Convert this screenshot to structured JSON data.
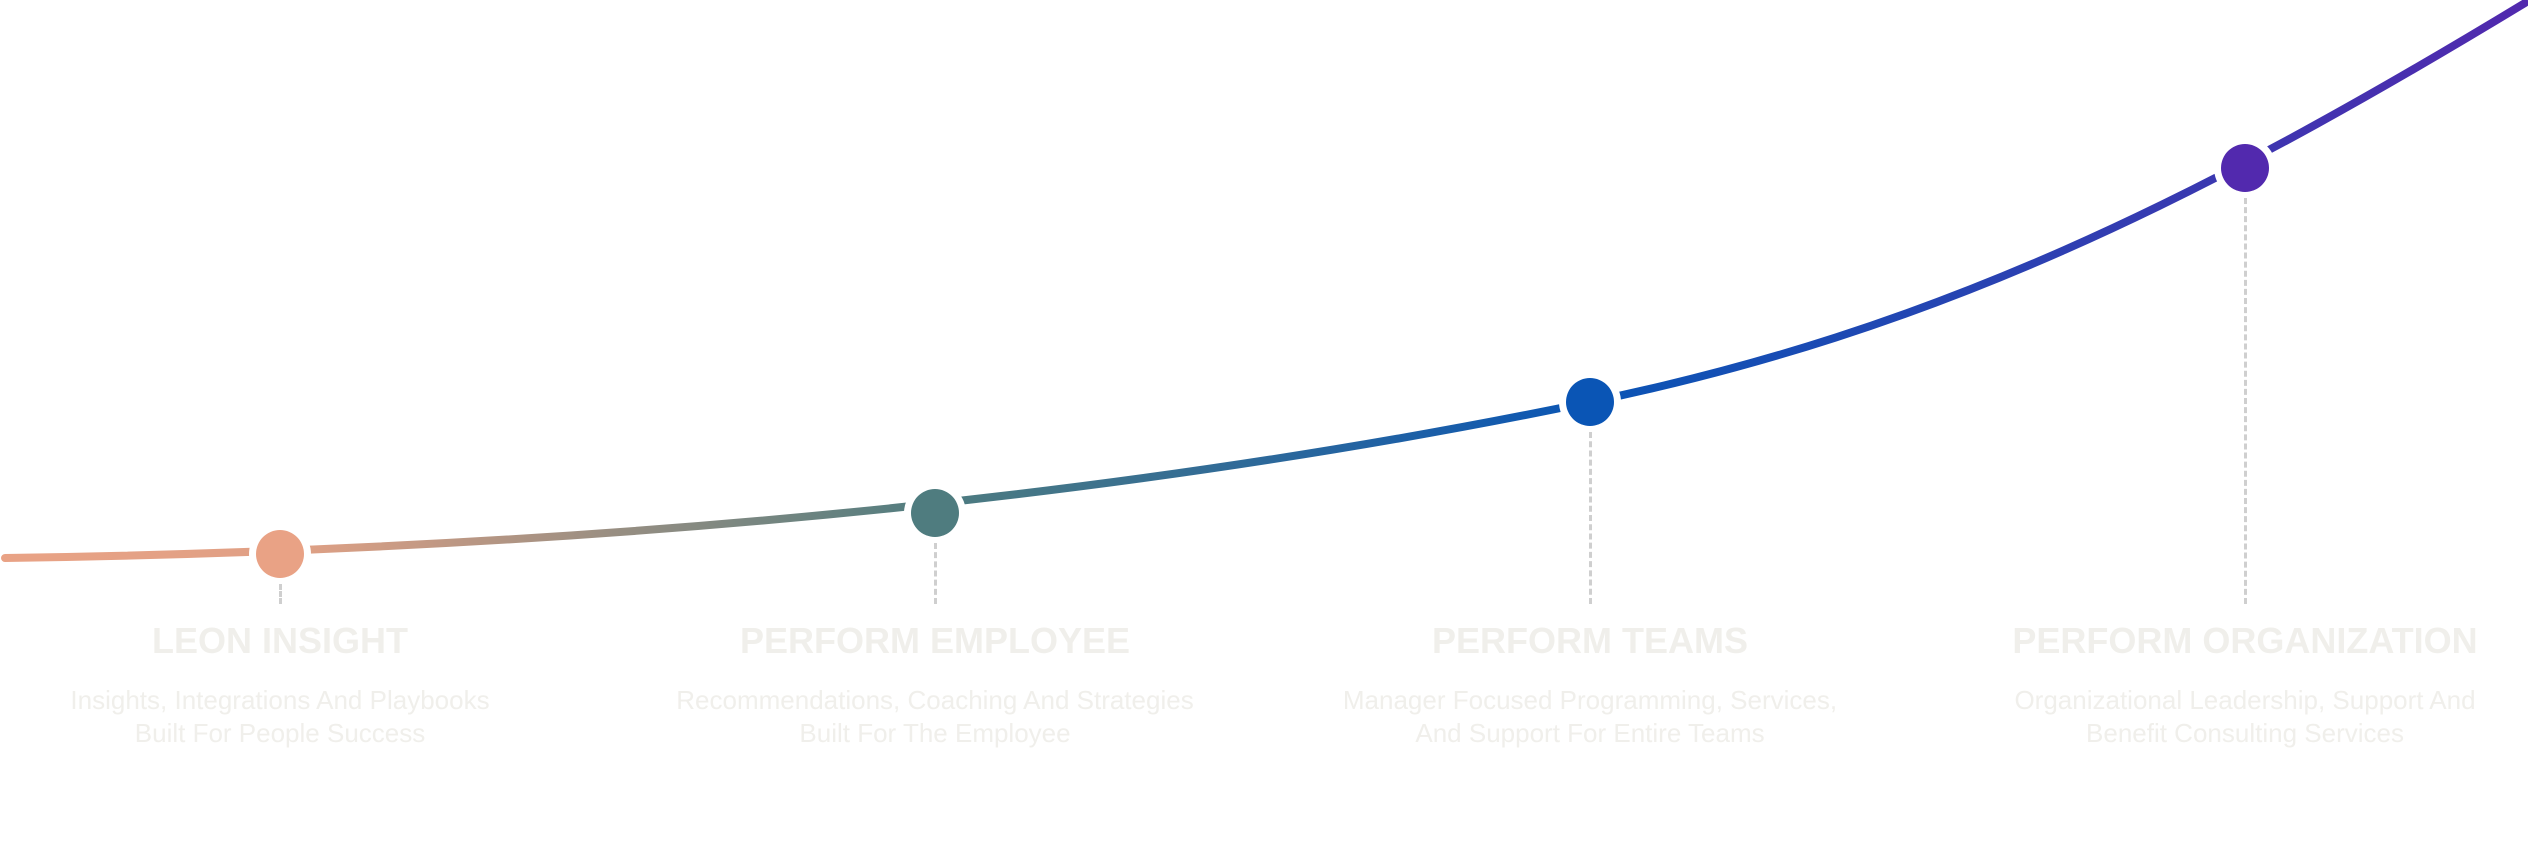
{
  "stages": [
    {
      "title": "LEON INSIGHT",
      "line1": "Insights, Integrations And Playbooks",
      "line2": "Built For People Success",
      "color": "#e9a285"
    },
    {
      "title": "PERFORM EMPLOYEE",
      "line1": "Recommendations, Coaching And Strategies",
      "line2": "Built For The Employee",
      "color": "#4f7c7f"
    },
    {
      "title": "PERFORM TEAMS",
      "line1": "Manager Focused Programming, Services,",
      "line2": "And Support For Entire Teams",
      "color": "#0a55b5"
    },
    {
      "title": "PERFORM ORGANIZATION",
      "line1": "Organizational Leadership, Support And",
      "line2": "Benefit Consulting Services",
      "color": "#5229ae"
    }
  ],
  "colors": {
    "text": "#f0efeb",
    "curve_start": "#e9a285",
    "curve_mid": "#4f7c7f",
    "curve_blue": "#0a55b5",
    "curve_end": "#5229ae"
  }
}
